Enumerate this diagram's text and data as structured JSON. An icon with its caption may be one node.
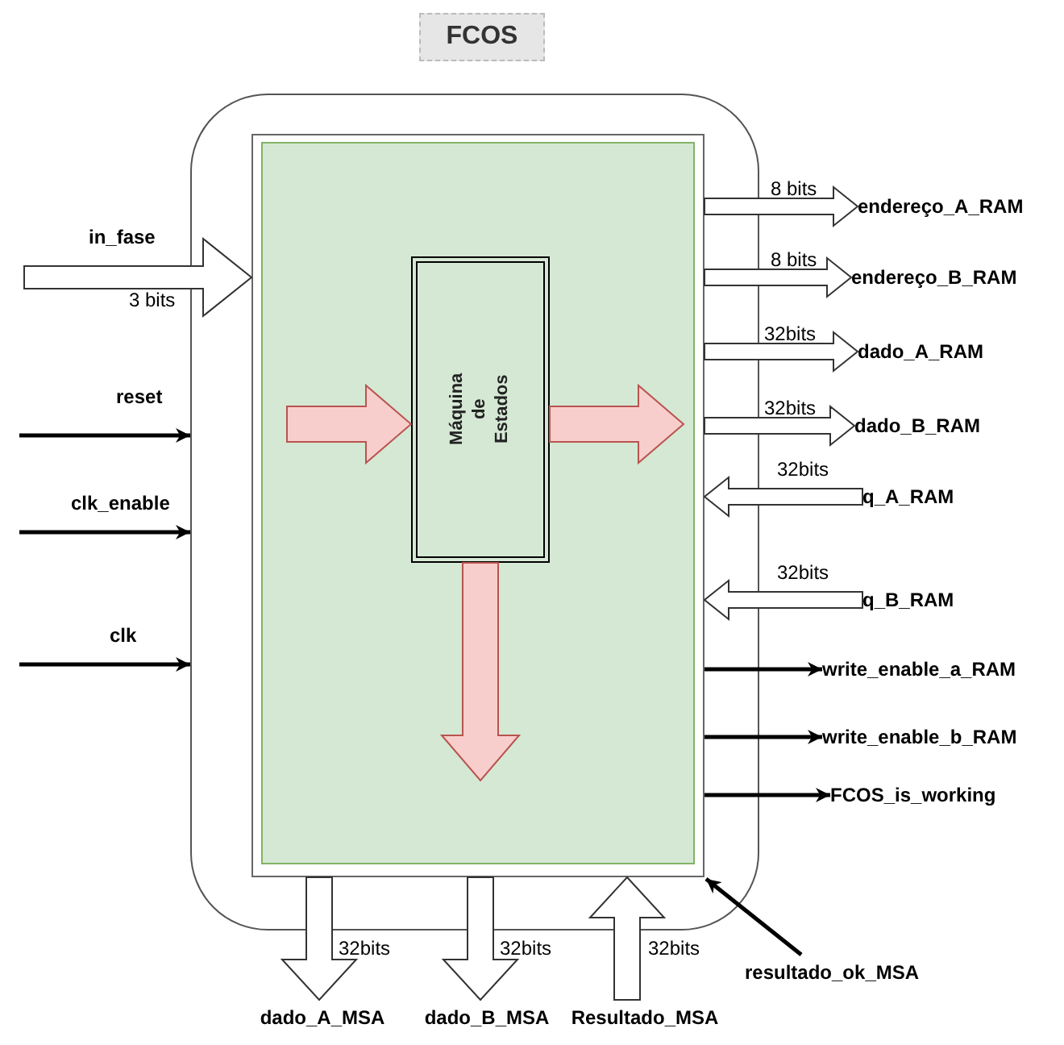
{
  "diagram": {
    "title": "FCOS",
    "nodes": [
      {
        "text": [],
        "shape": "box"
      },
      {
        "text": [],
        "shape": "box",
        "in": 0
      },
      {
        "text": [],
        "shape": "box",
        "in": 1
      },
      {
        "text": [
          "Máquina de Estados"
        ],
        "in": 2
      },
      {
        "text": [
          "endereço_A_RAM"
        ]
      },
      {
        "text": [
          "endereço_B_RAM"
        ]
      },
      {
        "text": [
          "dado_A_RAM"
        ]
      },
      {
        "text": [
          "dado_B_RAM"
        ]
      },
      {
        "text": [
          "q_A_RAM"
        ]
      },
      {
        "text": [
          "q_B_RAM"
        ]
      },
      {
        "text": [
          "write_enable_a_RAM"
        ]
      },
      {
        "text": [
          "write_enable_b_RAM"
        ]
      },
      {
        "text": [
          "FCOS_is_working"
        ]
      },
      {
        "text": [
          "dado_A_MSA"
        ]
      },
      {
        "text": [
          "dado_B_MSA"
        ]
      },
      {
        "text": [
          "Resultado_MSA"
        ]
      },
      {
        "text": [
          "resultado_ok_MSA"
        ]
      }
    ],
    "edges": [
      {
        "from": null,
        "to": 1,
        "arrow": "to",
        "label": "in_fase",
        "style": "thick"
      },
      {
        "from": null,
        "to": 0,
        "arrow": "to",
        "label": "reset"
      },
      {
        "from": null,
        "to": 0,
        "arrow": "to",
        "label": "clk_enable"
      },
      {
        "from": null,
        "to": 0,
        "arrow": "to",
        "label": "clk"
      },
      {
        "from": 1,
        "to": 4,
        "arrow": "to",
        "style": "thick"
      },
      {
        "from": 1,
        "to": 5,
        "arrow": "to",
        "style": "thick"
      },
      {
        "from": 1,
        "to": 6,
        "arrow": "to",
        "style": "thick"
      },
      {
        "from": 1,
        "to": 7,
        "arrow": "to",
        "style": "thick"
      },
      {
        "from": 8,
        "to": 1,
        "arrow": "to",
        "style": "thick"
      },
      {
        "from": 9,
        "to": 1,
        "arrow": "to",
        "style": "thick"
      },
      {
        "from": 1,
        "to": 10,
        "arrow": "to"
      },
      {
        "from": 1,
        "to": 11,
        "arrow": "to"
      },
      {
        "from": 1,
        "to": 12,
        "arrow": "to"
      },
      {
        "from": 1,
        "to": 13,
        "arrow": "to",
        "style": "thick"
      },
      {
        "from": 1,
        "to": 14,
        "arrow": "to",
        "style": "thick"
      },
      {
        "from": 15,
        "to": 1,
        "arrow": "to",
        "style": "thick"
      },
      {
        "from": 16,
        "to": 1,
        "arrow": "to"
      },
      {
        "from": null,
        "to": 3,
        "arrow": "to",
        "style": "thick",
        "color": "#f8cecc"
      },
      {
        "from": 3,
        "to": null,
        "arrow": "to",
        "style": "thick",
        "color": "#f8cecc"
      },
      {
        "from": 3,
        "to": null,
        "arrow": "to",
        "style": "thick",
        "color": "#f8cecc"
      }
    ],
    "labels": [
      "8 bits",
      "8 bits",
      "3 bits",
      "32bits",
      "32bits",
      "32bits",
      "32bits",
      "32bits",
      "32bits",
      "32bits"
    ]
  }
}
